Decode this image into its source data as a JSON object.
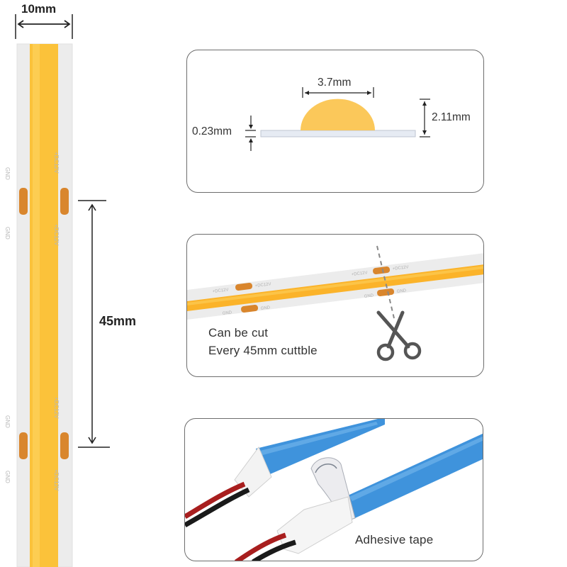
{
  "strip": {
    "width_label": "10mm",
    "spacing_label": "45mm",
    "pad_label_positive": "+DC12V",
    "pad_label_ground": "GND"
  },
  "profile_panel": {
    "width_label": "3.7mm",
    "height_label": "2.11mm",
    "base_label": "0.23mm"
  },
  "cut_panel": {
    "caption_line1": "Can be cut",
    "caption_line2": "Every 45mm cuttble",
    "pad_label_positive": "+DC12V",
    "pad_label_ground": "GND"
  },
  "tape_panel": {
    "caption": "Adhesive tape"
  },
  "colors": {
    "led_yellow": "#fbc23a",
    "led_yellow_edge": "#f7a61f",
    "strip_white": "#ececec",
    "copper_pad": "#d9862d",
    "tape_blue": "#3b8fd9",
    "wire_red": "#a81e1e",
    "wire_black": "#1a1a1a"
  }
}
